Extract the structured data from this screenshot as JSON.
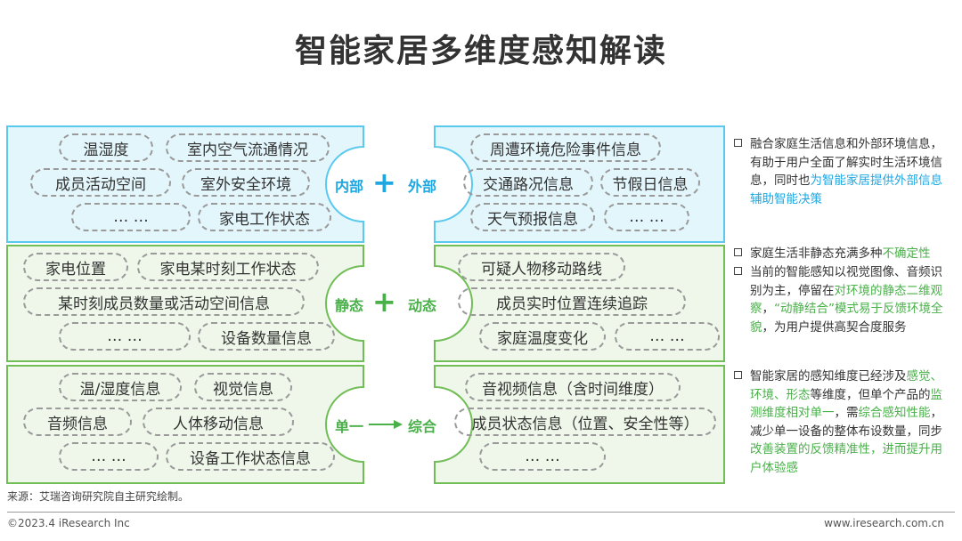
{
  "title": "智能家居多维度感知解读",
  "colors": {
    "blue_fill": "#e3f6fc",
    "blue_border": "#5bc9ee",
    "blue_text": "#1ea7e0",
    "green_fill": "#eef7e9",
    "green_border": "#71bd56",
    "green_text": "#4ab04a",
    "gray_pill_border": "#9a9a9a"
  },
  "rows": [
    {
      "theme": "blue",
      "left_label": "内部",
      "connector": "+",
      "right_label": "外部",
      "left_items": [
        "温湿度",
        "室内空气流通情况",
        "成员活动空间",
        "室外安全环境",
        "… …",
        "家电工作状态"
      ],
      "right_items": [
        "周遭环境危险事件信息",
        "交通路况信息",
        "节假日信息",
        "天气预报信息",
        "… …"
      ]
    },
    {
      "theme": "green",
      "left_label": "静态",
      "connector": "+",
      "right_label": "动态",
      "left_items": [
        "家电位置",
        "家电某时刻工作状态",
        "某时刻成员数量或活动空间信息",
        "… …",
        "设备数量信息"
      ],
      "right_items": [
        "可疑人物移动路线",
        "成员实时位置连续追踪",
        "家庭温度变化",
        "… …"
      ]
    },
    {
      "theme": "green",
      "left_label": "单一",
      "connector": "—→",
      "right_label": "综合",
      "left_items": [
        "温/湿度信息",
        "视觉信息",
        "音频信息",
        "人体移动信息",
        "… …",
        "设备工作状态信息"
      ],
      "right_items": [
        "音视频信息（含时间维度）",
        "成员状态信息（位置、安全性等）",
        "… …"
      ]
    }
  ],
  "notes": [
    {
      "segments": [
        {
          "text": "融合家庭生活信息和外部环境信息，有助于用户全面了解实时生活环境信息，同时也",
          "color": "normal"
        },
        {
          "text": "为智能家居提供外部信息辅助智能决策",
          "color": "blue"
        }
      ]
    },
    {
      "segments": [
        {
          "text": "家庭生活非静态充满多种",
          "color": "normal"
        },
        {
          "text": "不确定性",
          "color": "green"
        }
      ]
    },
    {
      "segments": [
        {
          "text": "当前的智能感知以视觉图像、音频识别为主，停留在",
          "color": "normal"
        },
        {
          "text": "对环境的静态二维观察",
          "color": "green"
        },
        {
          "text": "，",
          "color": "normal"
        },
        {
          "text": "“动静结合”模式易于反馈环境全貌",
          "color": "green"
        },
        {
          "text": "，为用户提供高契合度服务",
          "color": "normal"
        }
      ]
    },
    {
      "segments": [
        {
          "text": "智能家居的感知维度已经涉及",
          "color": "normal"
        },
        {
          "text": "感觉、环境、形态",
          "color": "green"
        },
        {
          "text": "等维度，但单个产品的",
          "color": "normal"
        },
        {
          "text": "监测维度相对单一",
          "color": "green"
        },
        {
          "text": "，需",
          "color": "normal"
        },
        {
          "text": "综合感知性能",
          "color": "green"
        },
        {
          "text": "，减少单一设备的整体布设数量，同步",
          "color": "normal"
        },
        {
          "text": "改善装置的反馈精准性，进而提升用户体验感",
          "color": "green"
        }
      ]
    }
  ],
  "source": "来源：艾瑞咨询研究院自主研究绘制。",
  "footer": {
    "left": "©2023.4 iResearch Inc",
    "right": "www.iresearch.com.cn"
  }
}
